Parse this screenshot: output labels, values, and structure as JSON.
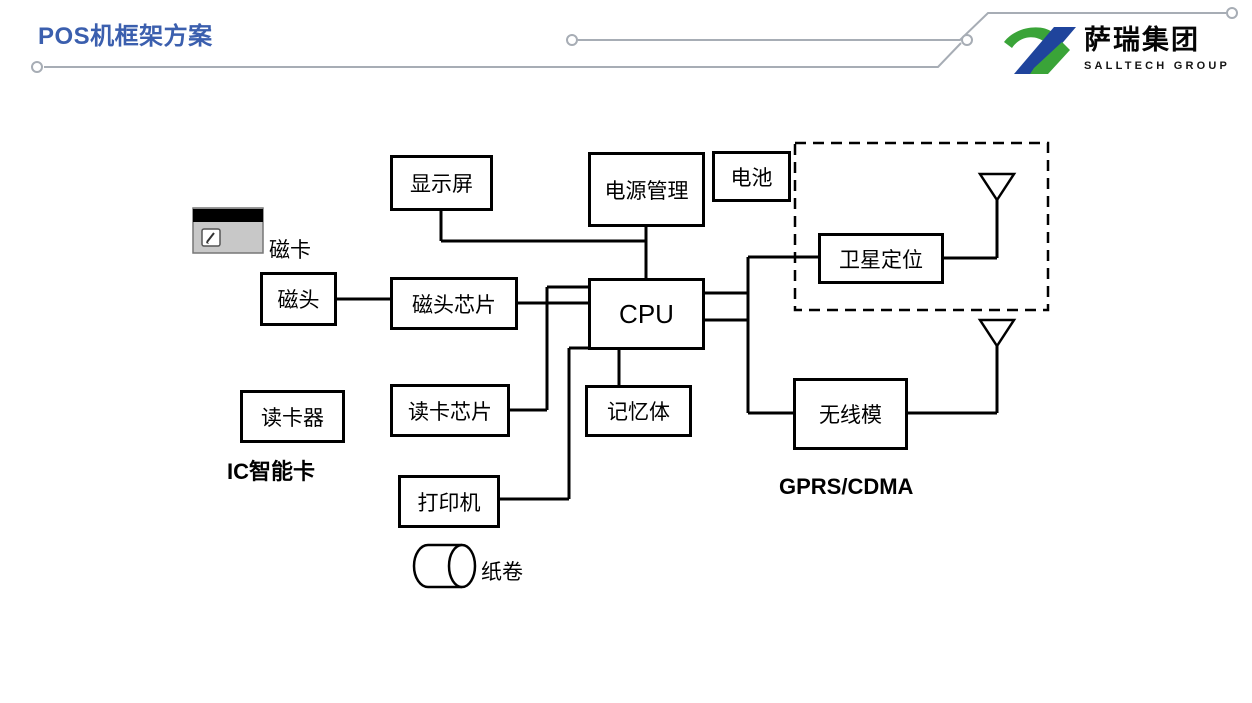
{
  "header": {
    "title": "POS机框架方案",
    "logo": {
      "name": "萨瑞集团",
      "subtitle": "SALLTECH GROUP"
    }
  },
  "colors": {
    "title_blue": "#3b5fae",
    "logo_green": "#3aa438",
    "logo_blue": "#1f449c",
    "decor_gray": "#a7adb5",
    "diagram_black": "#000000",
    "card_gray": "#c8c8c8"
  },
  "diagram": {
    "boxes": {
      "display": "显示屏",
      "power": "电源管理",
      "battery": "电池",
      "cpu": "CPU",
      "mag_head": "磁头",
      "mag_chip": "磁头芯片",
      "card_reader": "读卡器",
      "card_chip": "读卡芯片",
      "memory": "记忆体",
      "printer": "打印机",
      "satellite": "卫星定位",
      "wireless": "无线模"
    },
    "labels": {
      "mag_card": "磁卡",
      "ic_card": "IC智能卡",
      "paper_roll": "纸卷",
      "network": "GPRS/CDMA"
    }
  }
}
